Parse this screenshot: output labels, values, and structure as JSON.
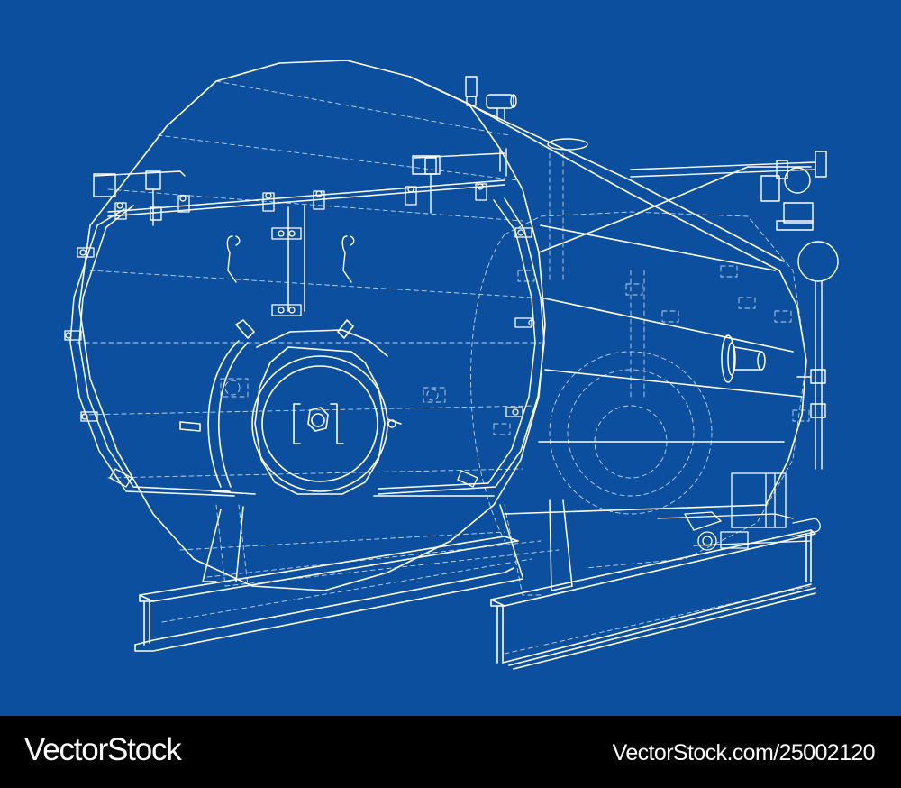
{
  "image": {
    "subject": "Industrial steam boiler technical wireframe drawing",
    "style": "white line blueprint on blue background",
    "background_color": "#0b4f9e",
    "line_color": "#ffffff"
  },
  "footer": {
    "brand": "VectorStock",
    "image_id": "VectorStock.com/25002120",
    "background_color": "#000000",
    "text_color": "#ffffff"
  }
}
